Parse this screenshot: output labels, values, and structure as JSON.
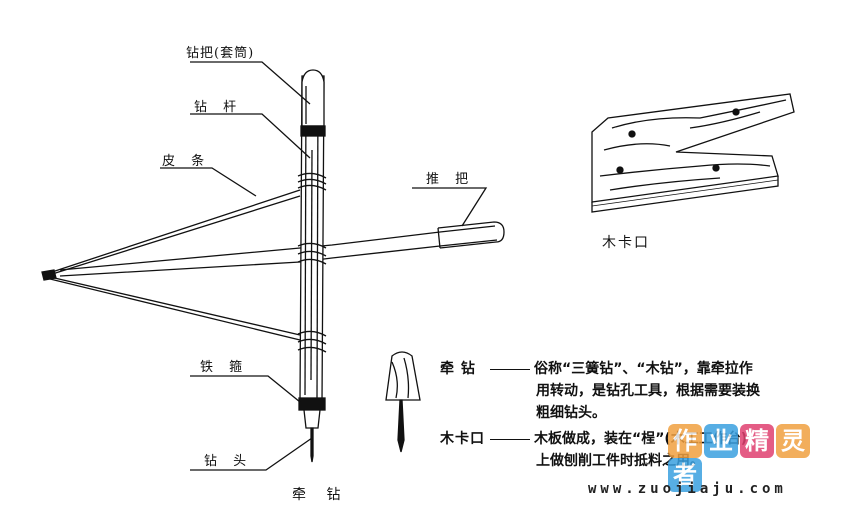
{
  "labels": {
    "handle": "钻把(套筒)",
    "rod": "钻  杆",
    "strap": "皮  条",
    "push_handle": "推  把",
    "hoop": "铁  箍",
    "bit": "钻  头"
  },
  "captions": {
    "drill": "牵  钻",
    "block": "木卡口"
  },
  "descriptions": [
    {
      "term": "牵  钻",
      "lines": [
        "俗称“三簧钻”、“木钻”，靠牵拉作",
        "用转动，是钻孔工具，根据需要装换",
        "粗细钻头。"
      ]
    },
    {
      "term": "木卡口",
      "lines": [
        "木板做成，装在“桯”(木工工作台)",
        "上做刨削工件时抵料之用。"
      ]
    }
  ],
  "watermark": {
    "logo_chars": [
      "作",
      "业",
      "精",
      "灵",
      "者"
    ],
    "logo_colors": [
      "#f0a040",
      "#3aa0e0",
      "#e04070",
      "#f0a040",
      "#3aa0e0"
    ],
    "url": "www.zuojiaju.com"
  }
}
